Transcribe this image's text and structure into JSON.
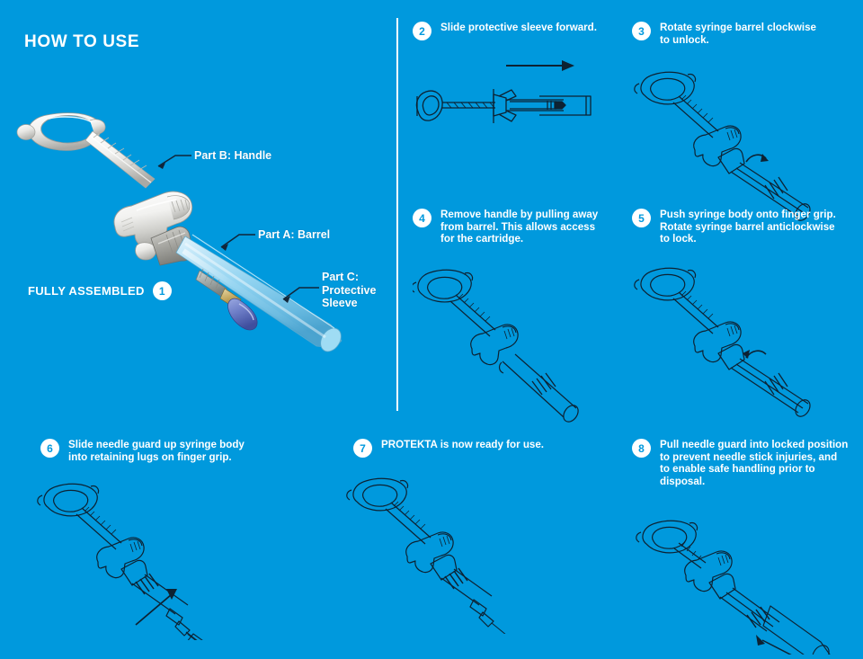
{
  "colors": {
    "background": "#0099dd",
    "text": "#ffffff",
    "badge_fill": "#ffffff",
    "badge_text": "#0099dd",
    "line_art": "#0d2233",
    "leader_line": "#11263a",
    "divider": "#ffffff"
  },
  "header": {
    "title": "HOW TO USE"
  },
  "hero": {
    "assembled_label": "FULLY ASSEMBLED",
    "assembled_step_number": "1",
    "callouts": [
      {
        "id": "part-b",
        "text": "Part B: Handle"
      },
      {
        "id": "part-a",
        "text": "Part A: Barrel"
      },
      {
        "id": "part-c",
        "text": "Part C:\nProtective\nSleeve"
      }
    ]
  },
  "steps": [
    {
      "number": "2",
      "text": "Slide protective sleeve forward."
    },
    {
      "number": "3",
      "text": "Rotate syringe barrel clockwise\nto unlock."
    },
    {
      "number": "4",
      "text": "Remove handle by pulling away\nfrom barrel. This allows access\nfor the cartridge."
    },
    {
      "number": "5",
      "text": "Push syringe body onto finger grip.\nRotate syringe barrel anticlockwise\nto lock."
    },
    {
      "number": "6",
      "text": "Slide needle guard up syringe body\ninto retaining lugs on finger grip."
    },
    {
      "number": "7",
      "text": "PROTEKTA is now ready for use."
    },
    {
      "number": "8",
      "text": "Pull needle guard into locked position\nto prevent needle stick injuries, and\nto enable safe handling prior to disposal."
    }
  ]
}
